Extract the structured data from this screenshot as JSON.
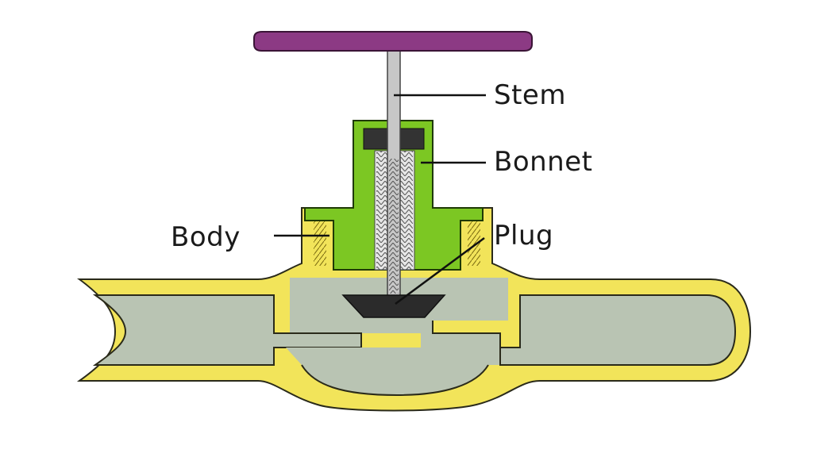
{
  "labels": {
    "stem": "Stem",
    "bonnet": "Bonnet",
    "body": "Body",
    "plug": "Plug"
  },
  "colors": {
    "handwheel": "#8c3a84",
    "bonnet": "#7cc723",
    "body": "#f2e45a",
    "fluid": "#b9c4b3",
    "stem": "#c7c7c7",
    "plug": "#2b2b2b",
    "outline": "#222222"
  }
}
